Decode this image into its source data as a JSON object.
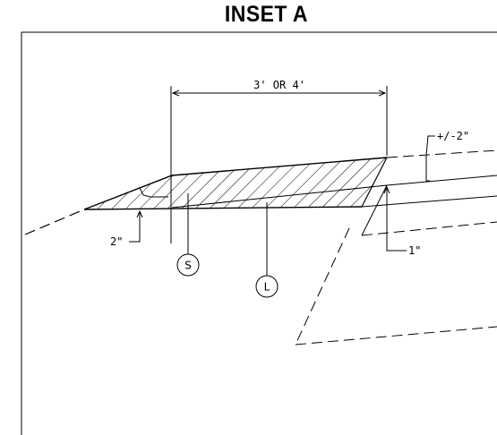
{
  "title": "INSET A",
  "dimensions": {
    "width": "3' OR 4'",
    "offset_top": "+/-2\"",
    "offset_bottom": "2\"",
    "edge_depth": "1\""
  },
  "callouts": {
    "s": "S",
    "l": "L"
  },
  "colors": {
    "line": "#000000",
    "background": "#ffffff"
  }
}
